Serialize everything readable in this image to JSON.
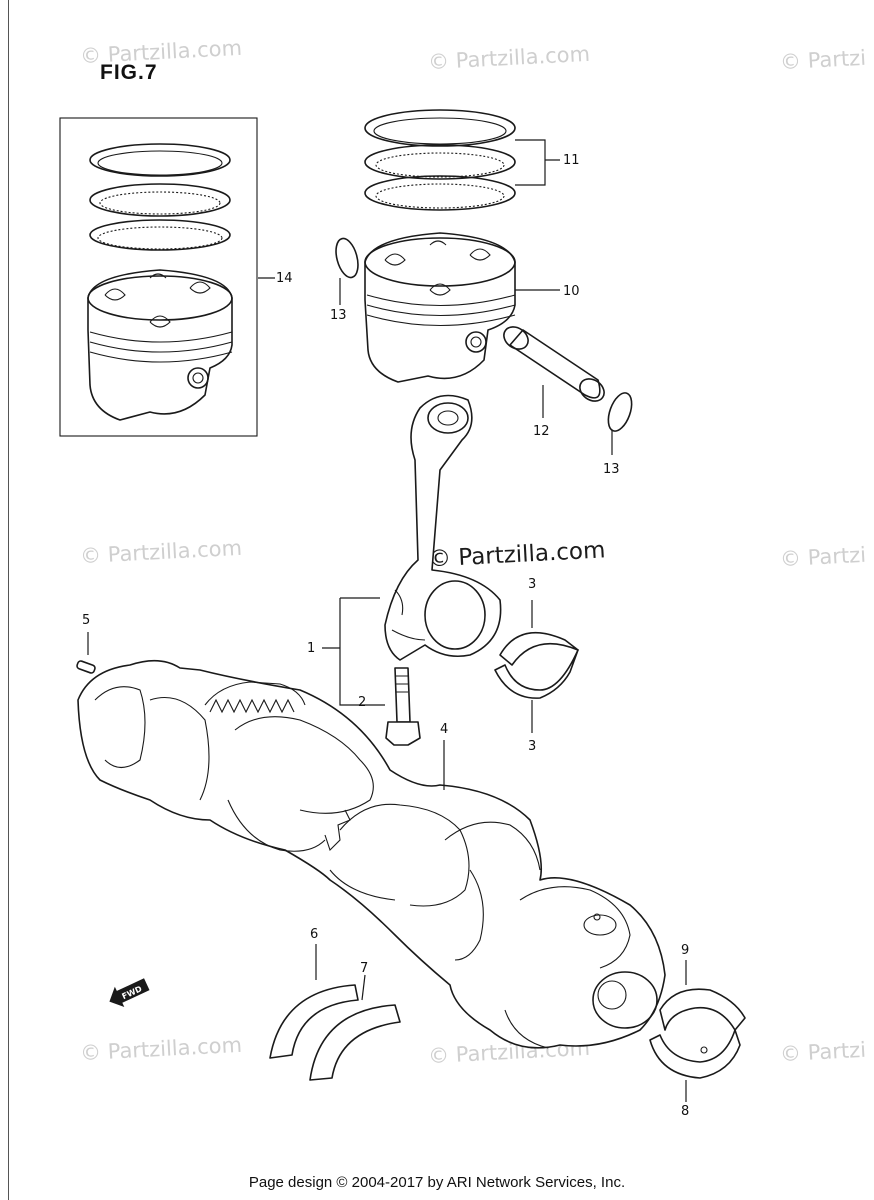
{
  "figure": {
    "title": "FIG.7"
  },
  "watermarks": {
    "small": "© Partzilla.com",
    "small_cut": "© Partzi",
    "center": "© Partzilla.com"
  },
  "callouts": {
    "c1": "1",
    "c2": "2",
    "c3a": "3",
    "c3b": "3",
    "c4": "4",
    "c5": "5",
    "c6": "6",
    "c7": "7",
    "c8": "8",
    "c9": "9",
    "c10": "10",
    "c11": "11",
    "c12": "12",
    "c13a": "13",
    "c13b": "13",
    "c14": "14"
  },
  "fwd_label": "FWD",
  "footer": {
    "text": "Page design © 2004-2017 by ARI Network Services, Inc."
  }
}
